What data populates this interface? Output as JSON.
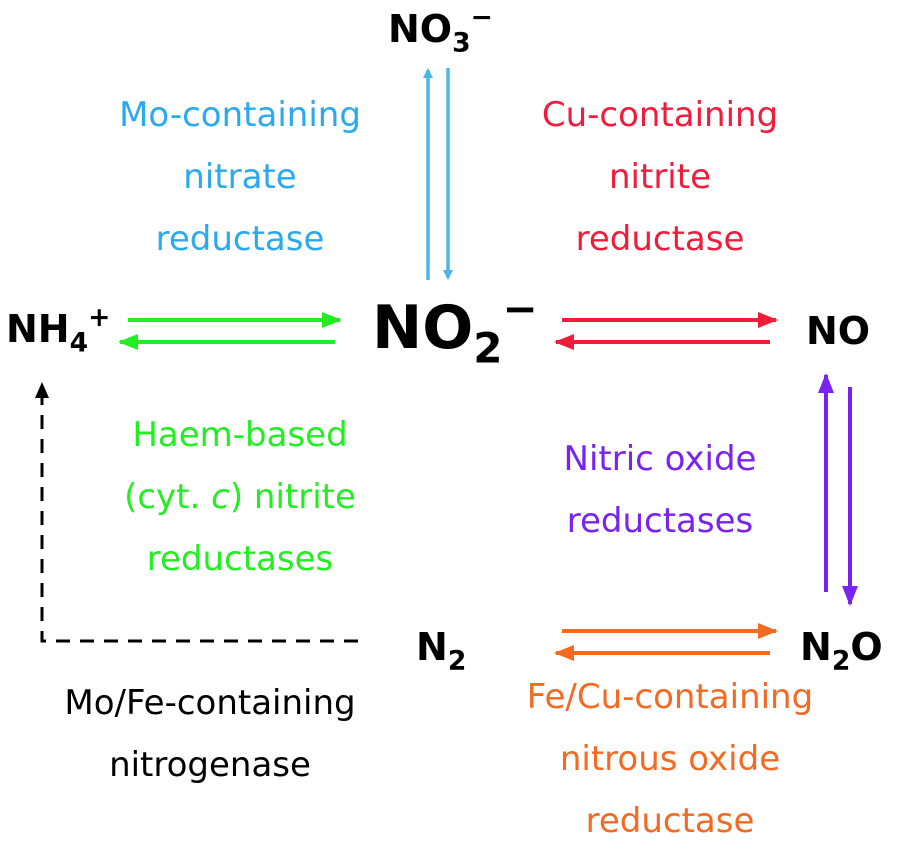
{
  "species": {
    "no3": {
      "base": "NO",
      "sub": "3",
      "sup": "−"
    },
    "no2": {
      "base": "NO",
      "sub": "2",
      "sup": "−"
    },
    "nh4": {
      "base": "NH",
      "sub": "4",
      "sup": "+"
    },
    "no": {
      "text": "NO"
    },
    "n2": {
      "base": "N",
      "sub": "2"
    },
    "n2o": {
      "base": "N",
      "sub": "2",
      "tail": "O"
    }
  },
  "enzymes": {
    "nitrate_reductase": {
      "lines": [
        "Mo-containing",
        "nitrate",
        "reductase"
      ],
      "color": "#2aa9f0"
    },
    "nitrite_reductase_cu": {
      "lines": [
        "Cu-containing",
        "nitrite",
        "reductase"
      ],
      "color": "#f01c3a"
    },
    "nitrite_reductase_haem": {
      "line1": "Haem-based",
      "line2_pre": "(cyt. ",
      "line2_italic": "c",
      "line2_post": ") nitrite",
      "line3": "reductases",
      "color": "#22ee22"
    },
    "nitric_oxide_reductase": {
      "lines": [
        "Nitric oxide",
        "reductases"
      ],
      "color": "#7a22f0"
    },
    "nitrous_oxide_reductase": {
      "lines": [
        "Fe/Cu-containing",
        "nitrous oxide",
        "reductase"
      ],
      "color": "#f56a22"
    },
    "nitrogenase": {
      "lines": [
        "Mo/Fe-containing",
        "nitrogenase"
      ],
      "color": "#000000"
    }
  }
}
